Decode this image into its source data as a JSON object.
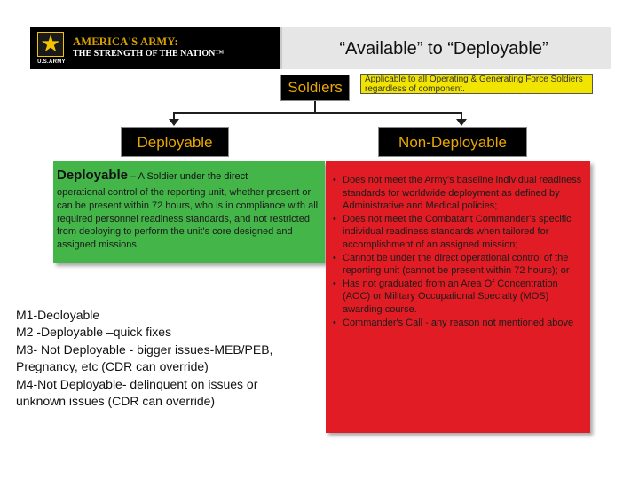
{
  "header": {
    "logo_line1": "AMERICA'S ARMY:",
    "logo_line2": "THE STRENGTH OF THE NATION™",
    "logo_usarmy": "U.S.ARMY",
    "logo_icon": "army-star-icon",
    "title": "“Available” to “Deployable”"
  },
  "root": {
    "label": "Soldiers",
    "note": "Applicable to all Operating & Generating Force Soldiers regardless of component."
  },
  "deployable": {
    "header": "Deployable",
    "term": "Deployable",
    "definition_lead": " – A Soldier under the direct",
    "body": "operational control of the reporting unit, whether present or can be present within 72 hours, who is in compliance with all required personnel readiness standards, and not restricted from deploying to perform the unit's core designed and assigned missions."
  },
  "m_codes": [
    "M1-Deoloyable",
    "M2 -Deployable –quick fixes",
    "M3- Not Deployable - bigger issues-MEB/PEB,",
    "Pregnancy, etc (CDR can override)",
    "M4-Not Deployable- delinquent on issues or",
    "unknown issues (CDR can override)"
  ],
  "non_deployable": {
    "header": "Non-Deployable",
    "bullets": [
      "Does not meet the Army's baseline individual readiness standards for worldwide deployment as defined by Administrative and Medical policies;",
      "Does not meet the Combatant Commander's specific individual readiness standards when tailored for accomplishment of an assigned mission;",
      "Cannot be under the direct operational control of the reporting unit (cannot be present within 72 hours); or",
      "Has not graduated from an Area Of Concentration (AOC) or Military Occupational Specialty (MOS) awarding course.",
      "Commander's Call - any reason not mentioned above"
    ]
  },
  "colors": {
    "gold": "#e8a800",
    "deployable_green": "#44b549",
    "non_deployable_red": "#e11c24",
    "note_yellow": "#f1e400"
  }
}
